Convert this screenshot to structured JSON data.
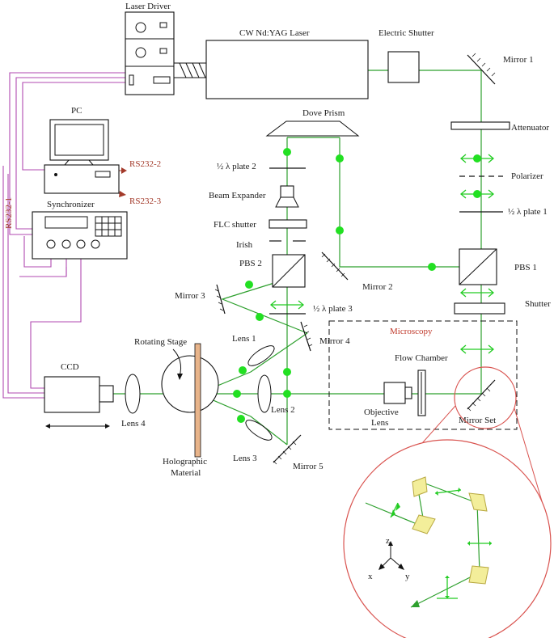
{
  "labels": {
    "laser_driver": "Laser Driver",
    "laser": "CW Nd:YAG Laser",
    "electric_shutter": "Electric Shutter",
    "mirror1": "Mirror 1",
    "pc": "PC",
    "rs232_2": "RS232-2",
    "rs232_3": "RS232-3",
    "rs232_1": "RS232-1",
    "synchronizer": "Synchronizer",
    "dove_prism": "Dove Prism",
    "attenuator": "Attenuator",
    "half_plate_2": "½ λ plate 2",
    "polarizer": "Polarizer",
    "half_plate_1": "½ λ plate 1",
    "beam_expander": "Beam Expander",
    "flc_shutter": "FLC shutter",
    "irish": "Irish",
    "pbs2": "PBS 2",
    "pbs1": "PBS 1",
    "mirror2": "Mirror 2",
    "mirror3": "Mirror 3",
    "half_plate_3": "½ λ plate 3",
    "shutter": "Shutter",
    "microscopy": "Microscopy",
    "rotating_stage": "Rotating Stage",
    "lens1": "Lens 1",
    "mirror4": "Mirror 4",
    "flow_chamber": "Flow Chamber",
    "ccd": "CCD",
    "lens4": "Lens 4",
    "lens2": "Lens 2",
    "objective_lens_1": "Objective",
    "objective_lens_2": "Lens",
    "mirror_set": "Mirror Set",
    "holographic_1": "Holographic",
    "holographic_2": "Material",
    "lens3": "Lens 3",
    "mirror5": "Mirror 5",
    "axis_z": "z",
    "axis_x": "x",
    "axis_y": "y"
  },
  "colors": {
    "beam": "#2ea02e",
    "dot": "#22e022",
    "cable": "#b04ab0",
    "rs232": "#a33a2a",
    "microscopy_label": "#c0392b",
    "zoom_circle": "#d9534f",
    "prism_face": "#f3ee9a",
    "holographic_plate": "#e8b48a"
  }
}
